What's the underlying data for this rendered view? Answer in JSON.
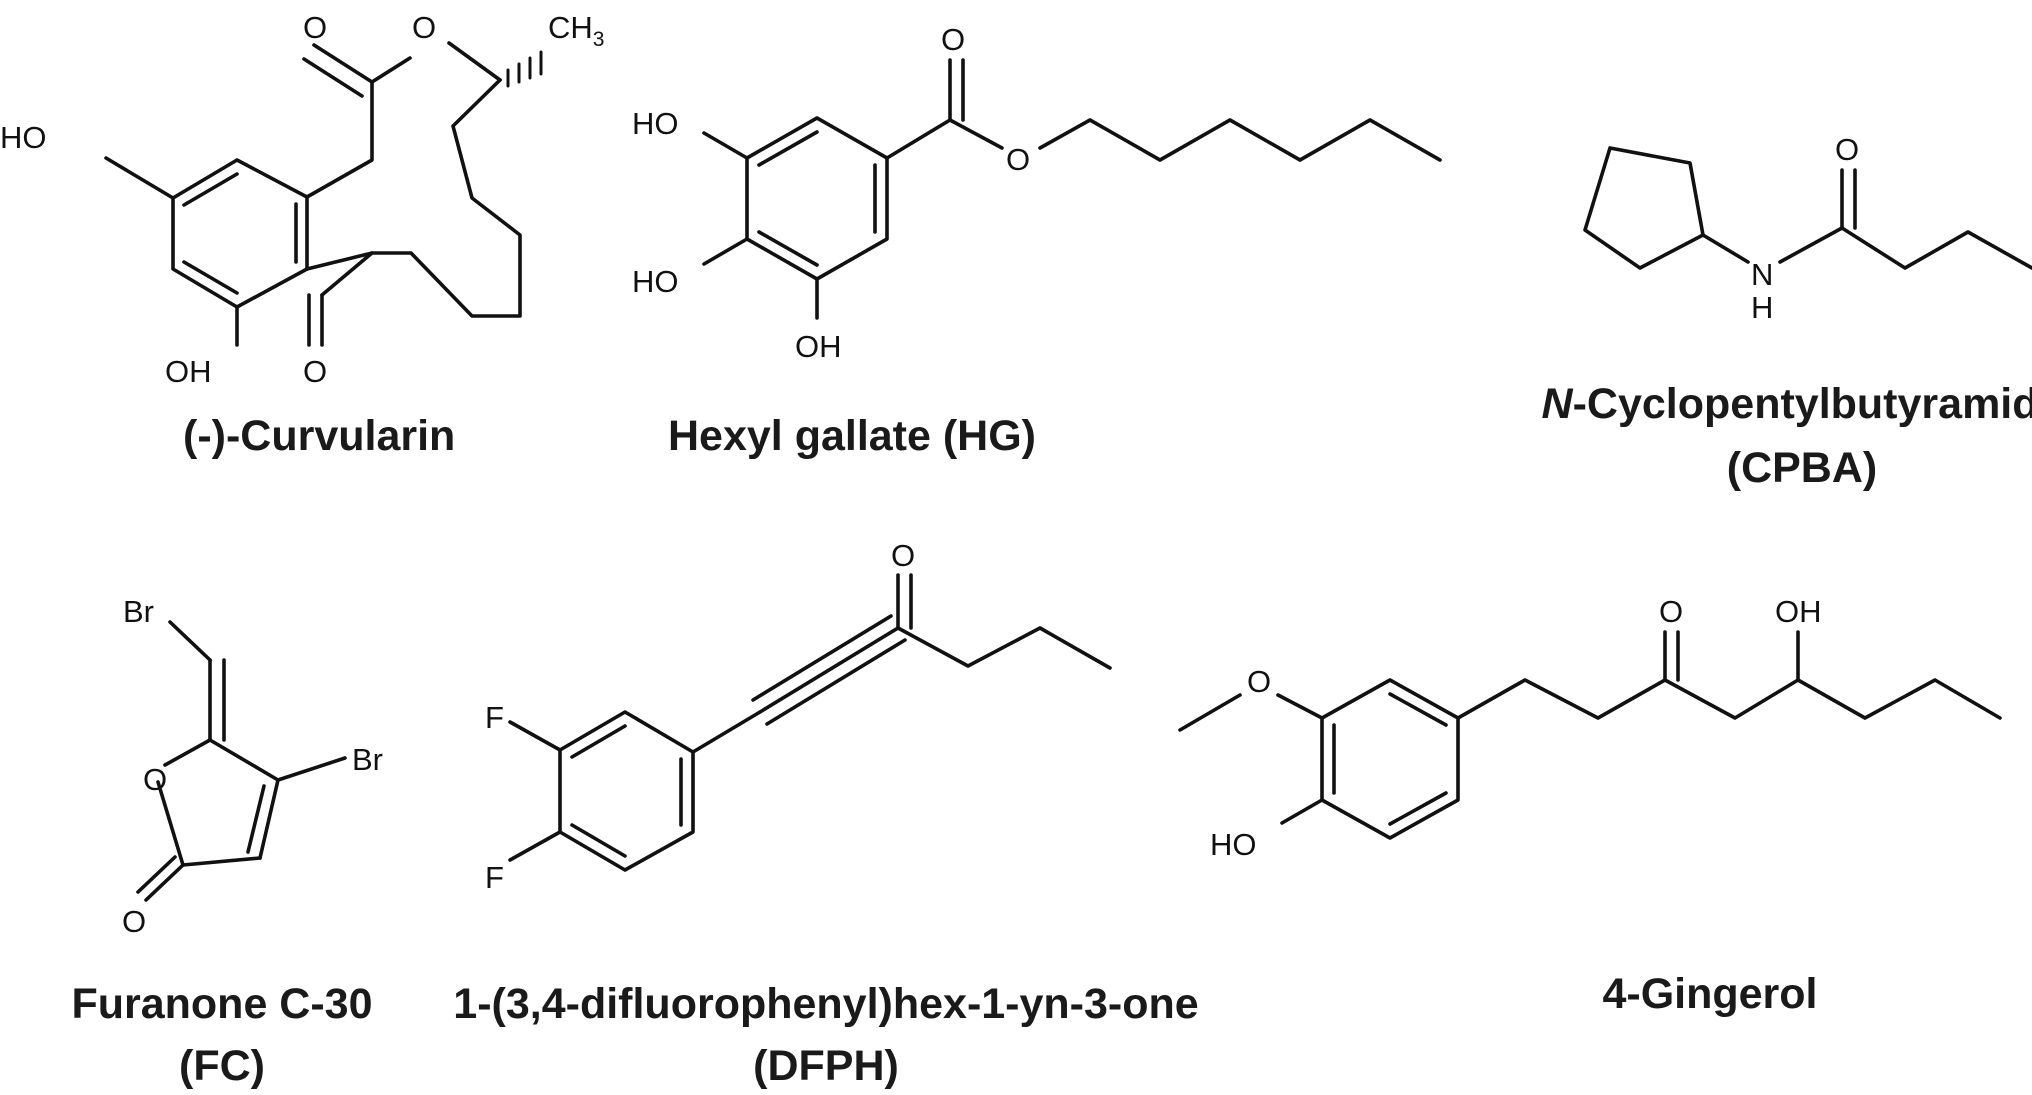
{
  "figure": {
    "molecules": [
      {
        "id": "curvularin",
        "name_lines": [
          "(-)-Curvularin"
        ],
        "atoms": {
          "ho1": "HO",
          "ho2": "OH",
          "o_carbonyl": "O",
          "o_ring": "O",
          "o_ketone": "O",
          "ch3_main": "CH",
          "ch3_sub": "3"
        }
      },
      {
        "id": "hexyl-gallate",
        "name_lines": [
          "Hexyl gallate (HG)"
        ],
        "atoms": {
          "ho1": "HO",
          "ho2": "HO",
          "oh3": "OH",
          "o_carbonyl": "O",
          "o_ester": "O"
        }
      },
      {
        "id": "cpba",
        "name_prefix": "N",
        "name_rest": "-Cyclopentylbutyramide",
        "name_line2": "(CPBA)",
        "atoms": {
          "n": "N",
          "h": "H",
          "o": "O"
        }
      },
      {
        "id": "furanone",
        "name_lines": [
          "Furanone C-30",
          "(FC)"
        ],
        "atoms": {
          "br1": "Br",
          "br2": "Br",
          "o_ring": "O",
          "o_carbonyl": "O"
        }
      },
      {
        "id": "dfph",
        "name_lines": [
          "1-(3,4-difluorophenyl)hex-1-yn-3-one",
          "(DFPH)"
        ],
        "atoms": {
          "f1": "F",
          "f2": "F",
          "o": "O"
        }
      },
      {
        "id": "gingerol",
        "name_lines": [
          "4-Gingerol"
        ],
        "atoms": {
          "o_methoxy": "O",
          "ho": "HO",
          "o_ketone": "O",
          "oh": "OH"
        }
      }
    ]
  }
}
